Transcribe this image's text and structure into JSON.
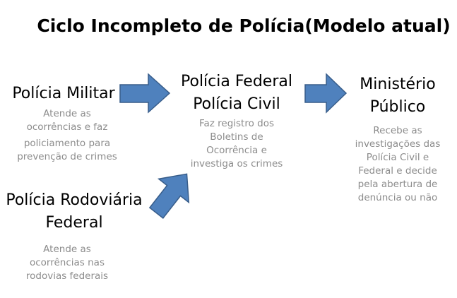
{
  "title": "Ciclo Incompleto de Polícia(Modelo atual)",
  "nodes": {
    "pm": {
      "name": "Polícia Militar",
      "desc": [
        "Atende as",
        "ocorrências e faz",
        "policiamento para",
        "prevenção de crimes"
      ]
    },
    "prf": {
      "name": [
        "Polícia Rodoviária",
        "Federal"
      ],
      "desc": [
        "Atende as",
        "ocorrências nas",
        "rodovias federais"
      ]
    },
    "pf_pc": {
      "name": [
        "Polícia Federal",
        "Polícia Civil"
      ],
      "desc": [
        "Faz registro dos",
        "Boletins de",
        "Ocorrência e",
        "investiga os crimes"
      ]
    },
    "mp": {
      "name": [
        "Ministério",
        "Público"
      ],
      "desc": [
        "Recebe as",
        "investigações das",
        "Polícia Civil e",
        "Federal e decide",
        "pela abertura de",
        "denúncia  ou não"
      ]
    }
  },
  "colors": {
    "arrow_fill": "#4f81bd",
    "arrow_stroke": "#385d8a"
  }
}
